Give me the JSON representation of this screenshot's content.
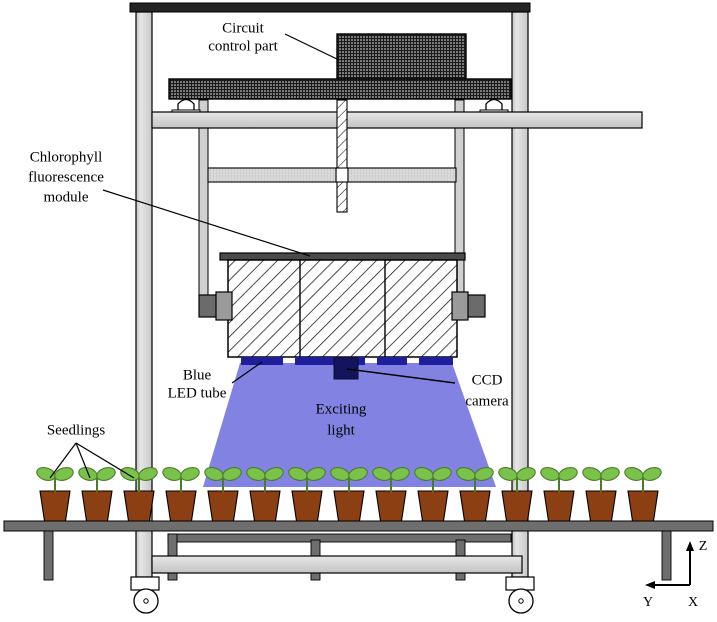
{
  "figure": {
    "type": "technical-schematic",
    "subject": "Chlorophyll fluorescence imaging gantry over seedling conveyor",
    "background_color": "#ffffff",
    "outline_color": "#000000"
  },
  "labels": {
    "circuit_control": {
      "line1": "Circuit",
      "line2": "control part"
    },
    "chlorophyll_module": {
      "line1": "Chlorophyll",
      "line2": "fluorescence",
      "line3": "module"
    },
    "blue_led": {
      "line1": "Blue",
      "line2": "LED tube"
    },
    "ccd_camera": {
      "line1": "CCD",
      "line2": "camera"
    },
    "exciting_light": {
      "line1": "Exciting",
      "line2": "light"
    },
    "seedlings": {
      "line1": "Seedlings"
    }
  },
  "axes": {
    "z": "Z",
    "y": "Y",
    "x": "X"
  },
  "colors": {
    "frame_light": "#d4d4d4",
    "frame_mid": "#b8b8b8",
    "frame_dark": "#808080",
    "top_beam": "#242424",
    "circuit_fill": "#3a3a3a",
    "led_blue": "#1f1f9e",
    "ccd_dark": "#0d0d3f",
    "light_cone": "#7b7be0",
    "pot_brown": "#8b3f12",
    "leaf_green": "#7bc24a",
    "stem_green": "#4a7c2a",
    "conveyor_gray": "#6e6e6e",
    "bracket_gray": "#6b6b6b"
  },
  "counts": {
    "seedlings": 15,
    "led_segments": 6,
    "module_panels": 3,
    "casters": 2,
    "conveyor_legs": 5
  },
  "seedling_x_positions": [
    55,
    97,
    139,
    181,
    223,
    265,
    307,
    349,
    391,
    433,
    475,
    517,
    559,
    601,
    643
  ],
  "led_segment_x": [
    243,
    288,
    333,
    378,
    423,
    448
  ],
  "caster_x_positions": [
    148,
    524
  ]
}
